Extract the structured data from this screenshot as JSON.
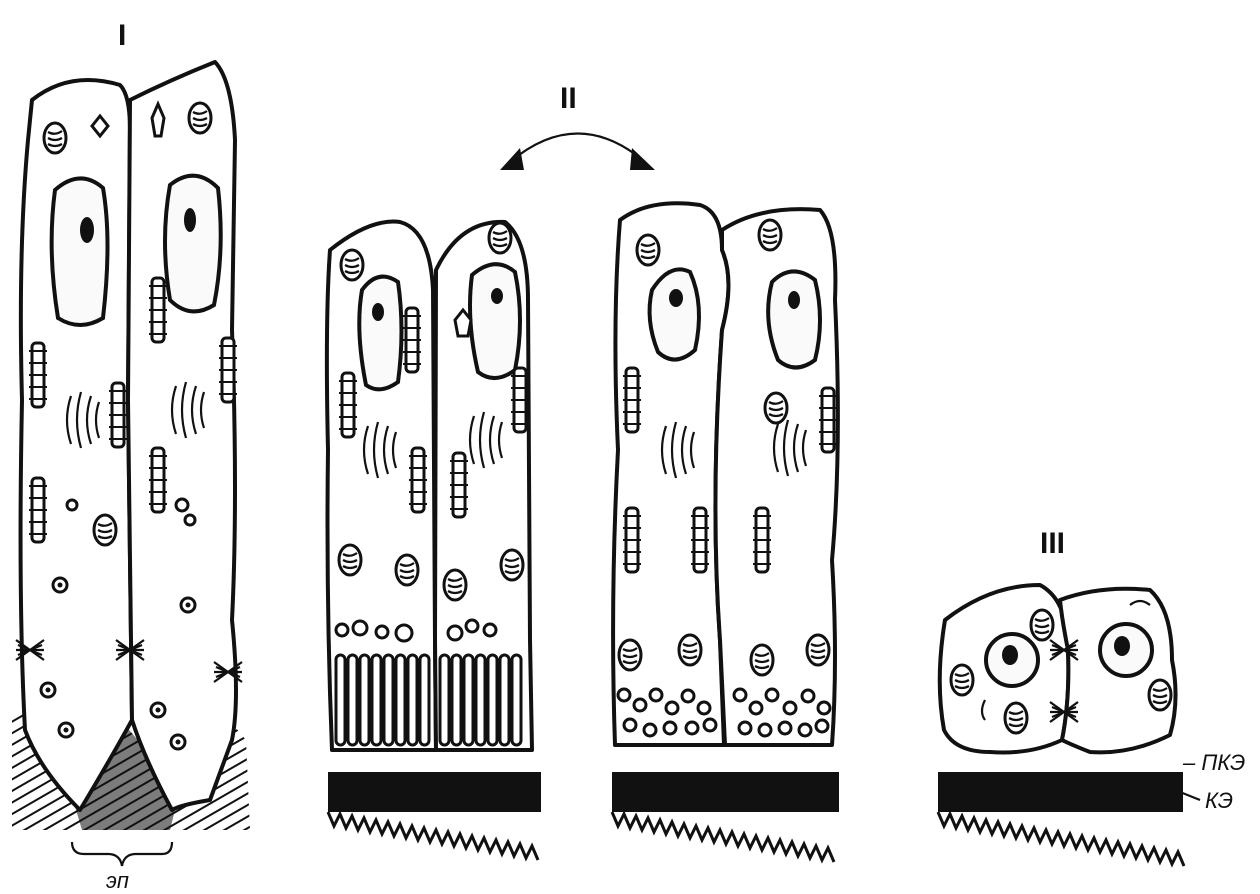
{
  "labels": {
    "group_1": "I",
    "group_2": "II",
    "group_3": "III",
    "ep": "эп",
    "pke": "– ПКЭ",
    "ke": "КЭ"
  }
}
